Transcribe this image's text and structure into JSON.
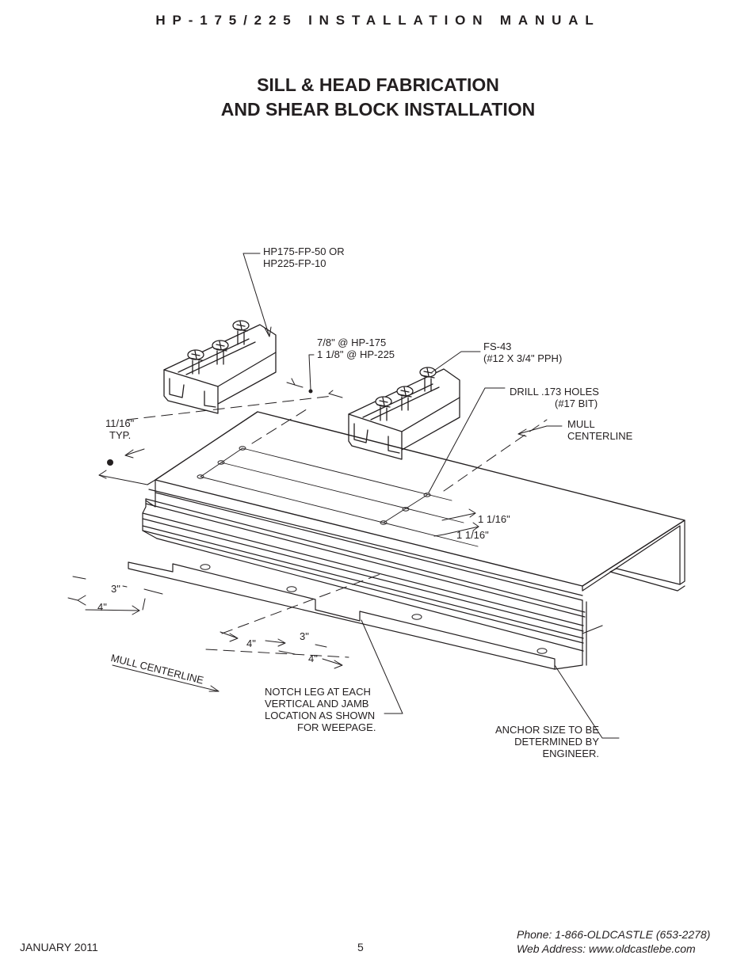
{
  "header": {
    "manual_title": "HP-175/225 INSTALLATION MANUAL"
  },
  "page": {
    "title_line1": "SILL & HEAD FABRICATION",
    "title_line2": "AND SHEAR BLOCK INSTALLATION"
  },
  "callouts": {
    "filler_part_1": "HP175-FP-50 OR",
    "filler_part_2": "HP225-FP-10",
    "spacing_175": "7/8\" @ HP-175",
    "spacing_225": "1  1/8\" @ HP-225",
    "screw_part": "FS-43",
    "screw_spec": "(#12 X 3/4\" PPH)",
    "drill_holes": "DRILL .173 HOLES",
    "drill_bit": "(#17 BIT)",
    "mull_1": "MULL",
    "mull_2": "CENTERLINE",
    "edge_dim": "11/16\"",
    "edge_typ": "TYP.",
    "hole_dim_a": "1  1/16\"",
    "hole_dim_b": "1  1/16\"",
    "dim_3_left": "3\"",
    "dim_4_left": "4\"",
    "dim_4_mid": "4\"",
    "dim_3_mid": "3\"",
    "dim_4_lower": "4\"",
    "mull_centerline": "MULL CENTERLINE",
    "notch_1": "NOTCH LEG AT EACH",
    "notch_2": "VERTICAL AND JAMB",
    "notch_3": "LOCATION AS SHOWN",
    "notch_4": "FOR WEEPAGE.",
    "anchor_1": "ANCHOR SIZE TO BE",
    "anchor_2": "DETERMINED BY",
    "anchor_3": "ENGINEER."
  },
  "footer": {
    "date": "JANUARY 2011",
    "page_number": "5",
    "phone": "Phone: 1-866-OLDCASTLE (653-2278)",
    "web": "Web Address: www.oldcastlebe.com"
  }
}
